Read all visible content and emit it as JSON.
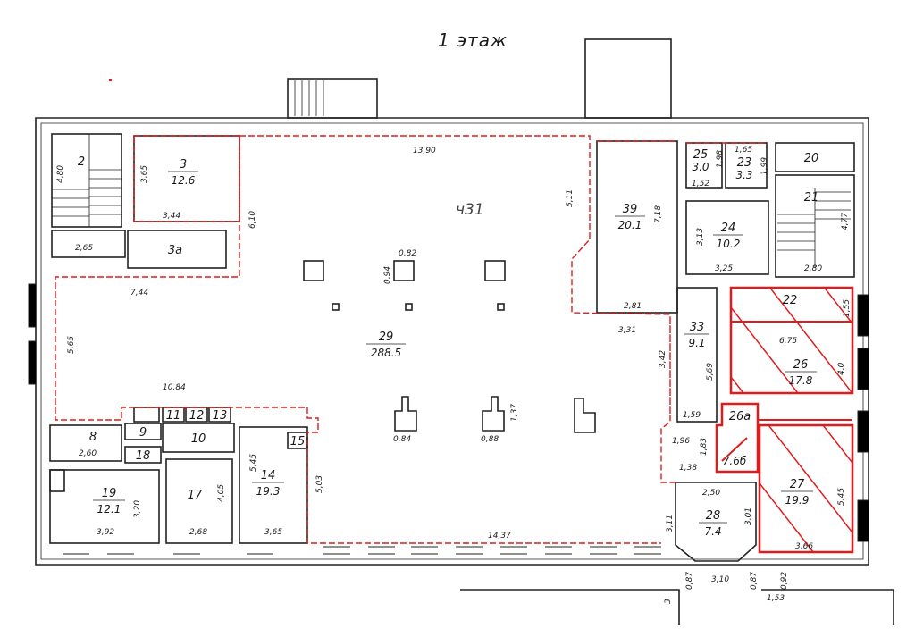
{
  "floor_title": "1 этаж",
  "zone_label": "ч31",
  "highlight_color": "#e11b1b",
  "rooms": {
    "r2": {
      "num": "2"
    },
    "r3": {
      "num": "3",
      "area": "12.6"
    },
    "r3a": {
      "num": "3а"
    },
    "r8": {
      "num": "8"
    },
    "r9": {
      "num": "9"
    },
    "r10": {
      "num": "10"
    },
    "r11": {
      "num": "11"
    },
    "r12": {
      "num": "12"
    },
    "r13": {
      "num": "13"
    },
    "r14": {
      "num": "14",
      "area": "19.3"
    },
    "r15": {
      "num": "15"
    },
    "r17": {
      "num": "17"
    },
    "r18": {
      "num": "18"
    },
    "r19": {
      "num": "19",
      "area": "12.1"
    },
    "r20": {
      "num": "20"
    },
    "r21": {
      "num": "21"
    },
    "r22": {
      "num": "22"
    },
    "r23": {
      "num": "23",
      "area": "3.3"
    },
    "r24": {
      "num": "24",
      "area": "10.2"
    },
    "r25": {
      "num": "25",
      "area": "3.0"
    },
    "r26": {
      "num": "26",
      "area": "17.8"
    },
    "r26a": {
      "num": "26а",
      "area": "7.6б"
    },
    "r27": {
      "num": "27",
      "area": "19.9"
    },
    "r28": {
      "num": "28",
      "area": "7.4"
    },
    "r29": {
      "num": "29",
      "area": "288.5"
    },
    "r33": {
      "num": "33",
      "area": "9.1"
    },
    "r39": {
      "num": "39",
      "area": "20.1"
    }
  },
  "dims": {
    "d_480": "4,80",
    "d_265": "2,65",
    "d_365": "3,65",
    "d_344": "3,44",
    "d_610": "6,10",
    "d_1390": "13,90",
    "d_511": "5,11",
    "d_718": "7,18",
    "d_165": "1,65",
    "d_198": "1,98",
    "d_199": "1,99",
    "d_152": "1,52",
    "d_313": "3,13",
    "d_325": "3,25",
    "d_477": "4,77",
    "d_280": "2,80",
    "d_744": "7,44",
    "d_565": "5,65",
    "d_1084": "10,84",
    "d_082": "0,82",
    "d_094": "0,94",
    "d_281": "2,81",
    "d_331": "3,31",
    "d_342": "3,42",
    "d_569": "5,69",
    "d_159": "1,59",
    "d_155": "1,55",
    "d_675": "6,75",
    "d_40": "4,0",
    "d_137": "1,37",
    "d_084": "0,84",
    "d_088": "0,88",
    "d_196": "1,96",
    "d_183": "1,83",
    "d_138": "1,38",
    "d_260": "2,60",
    "d_545a": "5,45",
    "d_503": "5,03",
    "d_320": "3,20",
    "d_405": "4,05",
    "d_392": "3,92",
    "d_268": "2,68",
    "d_365b": "3,65",
    "d_1437": "14,37",
    "d_250": "2,50",
    "d_311": "3,11",
    "d_301": "3,01",
    "d_545b": "5,45",
    "d_366": "3,66",
    "d_087a": "0,87",
    "d_310": "3,10",
    "d_087b": "0,87",
    "d_092": "0,92",
    "d_153": "1,53",
    "d_3": "3"
  }
}
